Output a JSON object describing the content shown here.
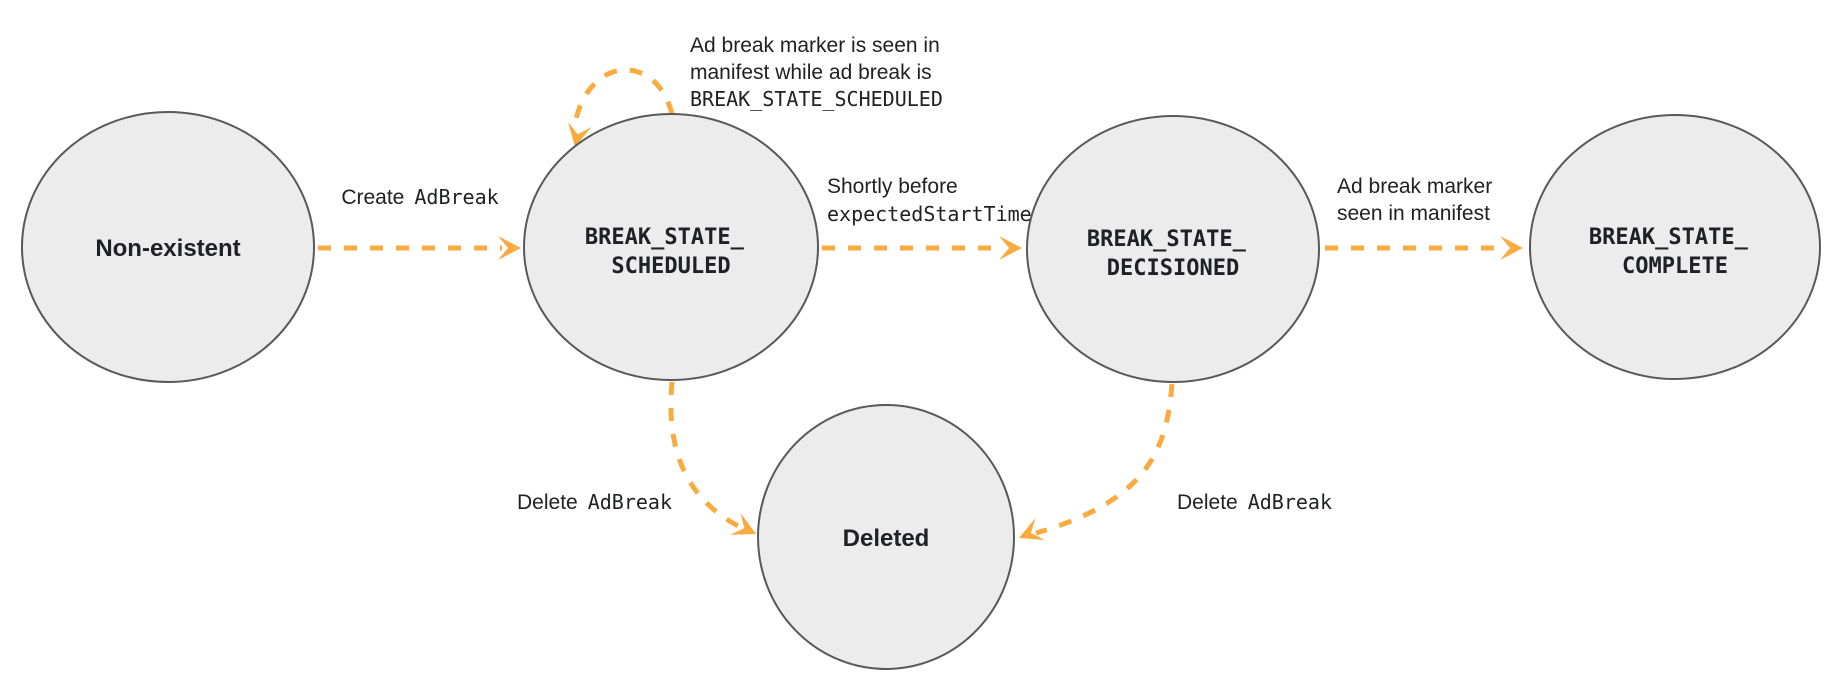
{
  "colors": {
    "arrow": "#F9AB40",
    "node_fill": "#ECECEC",
    "node_stroke": "#58595B",
    "text": "#202124"
  },
  "states": {
    "non_existent": {
      "label": "Non-existent"
    },
    "scheduled": {
      "line1": "BREAK_STATE_",
      "line2": "SCHEDULED"
    },
    "decisioned": {
      "line1": "BREAK_STATE_",
      "line2": "DECISIONED"
    },
    "complete": {
      "line1": "BREAK_STATE_",
      "line2": "COMPLETE"
    },
    "deleted": {
      "label": "Deleted"
    }
  },
  "transitions": {
    "create": {
      "text": "Create",
      "code": "AdBreak"
    },
    "self_loop": {
      "line1": "Ad break marker is seen in",
      "line2": "manifest while ad break is",
      "line3_code": "BREAK_STATE_SCHEDULED"
    },
    "shortly_before": {
      "line1": "Shortly before",
      "line2_code": "expectedStartTime"
    },
    "marker_seen": {
      "line1": "Ad break marker",
      "line2": "seen in manifest"
    },
    "delete_left": {
      "text": "Delete",
      "code": "AdBreak"
    },
    "delete_right": {
      "text": "Delete",
      "code": "AdBreak"
    }
  }
}
